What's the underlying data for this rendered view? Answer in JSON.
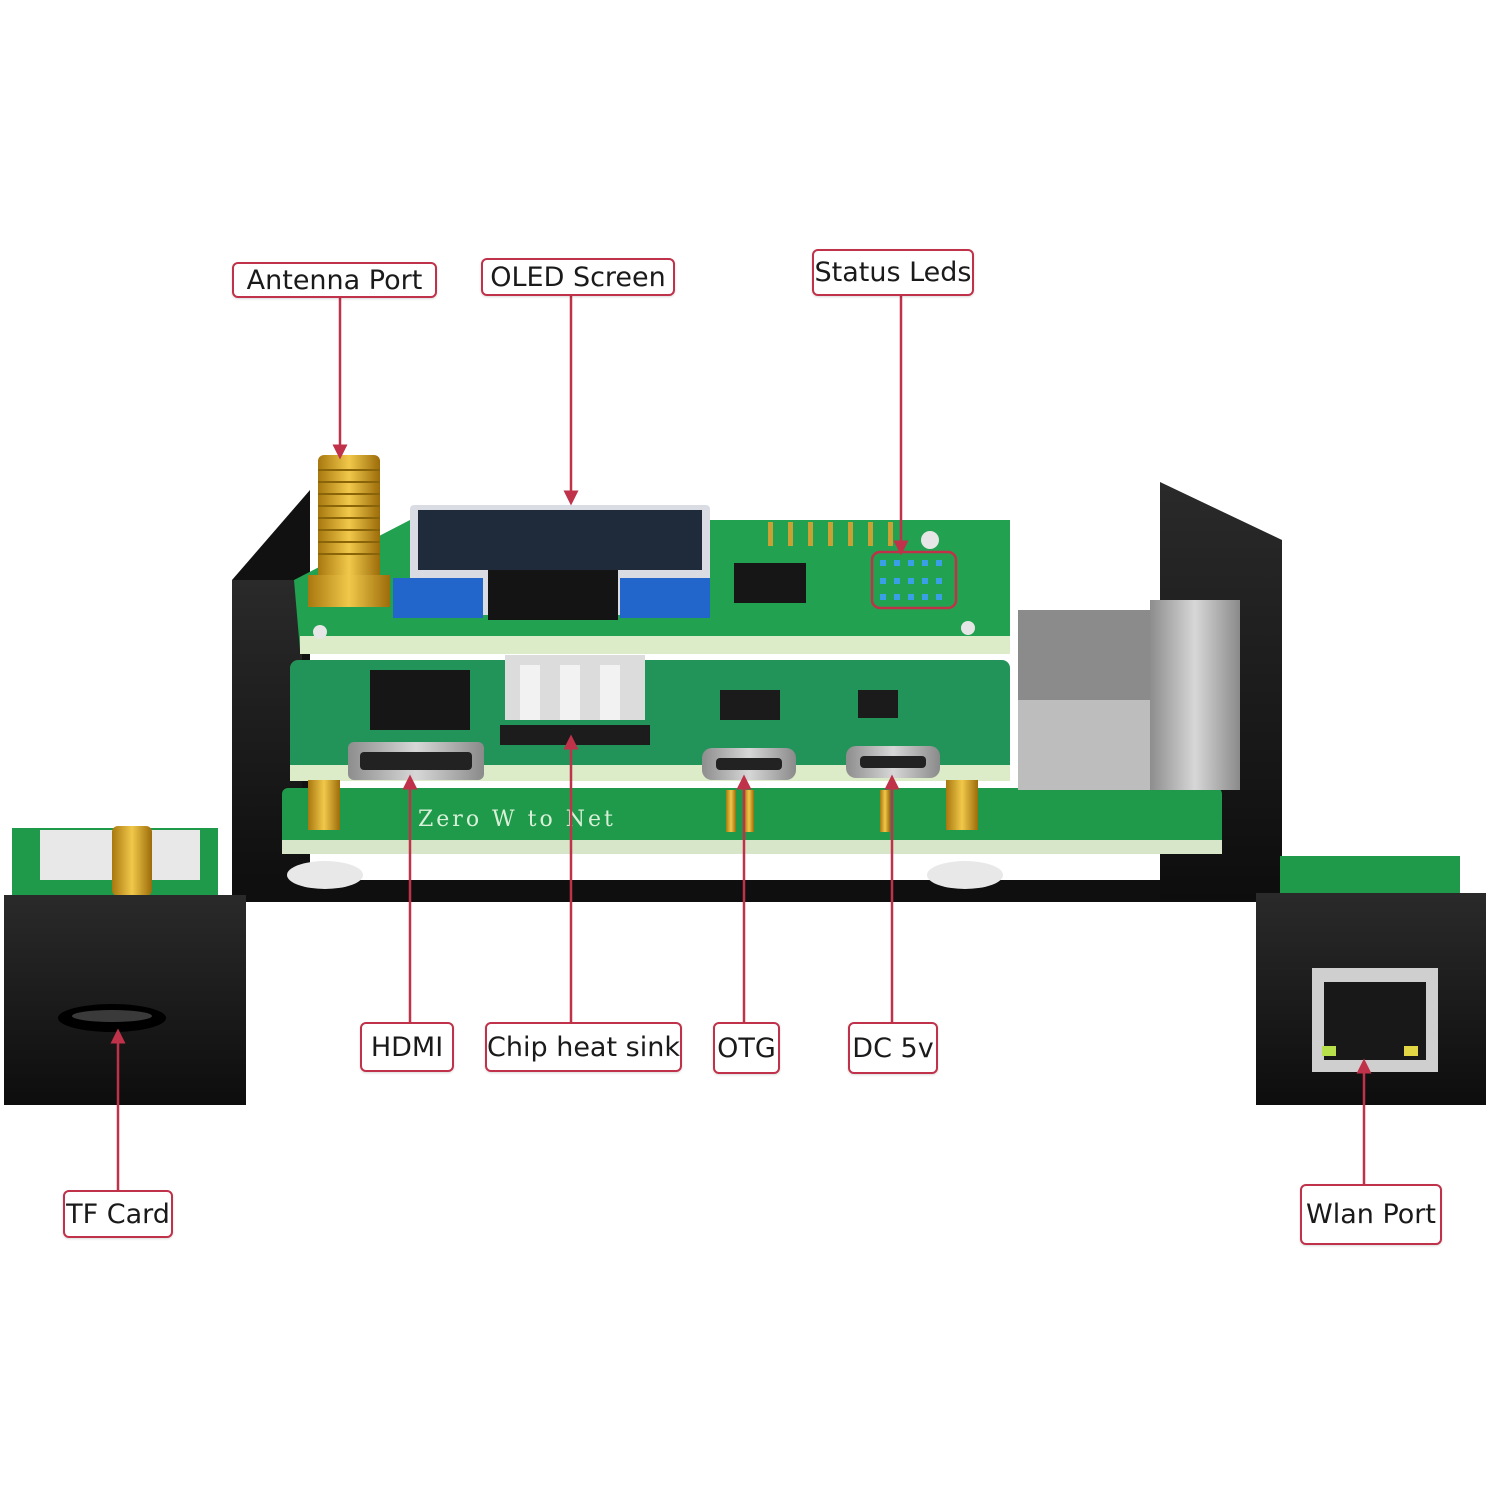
{
  "callouts": {
    "antenna_port": "Antenna Port",
    "oled_screen": "OLED Screen",
    "status_leds": "Status Leds",
    "hdmi": "HDMI",
    "chip_heat_sink": "Chip heat sink",
    "otg": "OTG",
    "dc_5v": "DC 5v",
    "tf_card": "TF Card",
    "wlan_port": "Wlan Port"
  },
  "board": {
    "silkscreen": "Zero W to Net"
  },
  "colors": {
    "callout_border": "#c0314a",
    "pointer_line": "#c0314a",
    "pcb_green": "#1f9a4a",
    "case_black": "#151515",
    "gold": "#d9a520"
  }
}
